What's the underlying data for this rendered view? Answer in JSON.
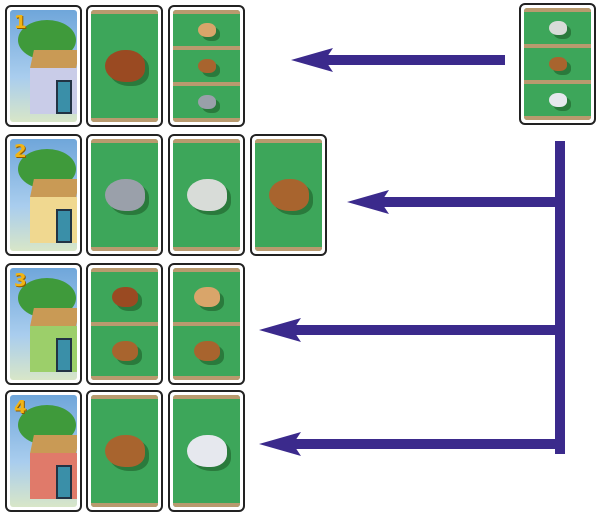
{
  "colors": {
    "arrow": "#3b2a8c",
    "grass": "#3da65a",
    "fence": "#b99a6e"
  },
  "animal_colors": {
    "rooster": "#9a4a22",
    "pony": "#d9a56a",
    "rabbit": "#a8642e",
    "mouse": "#9aa0aa",
    "goat": "#d8dcd8",
    "goose": "#e6e8ee"
  },
  "rows": [
    {
      "house_number": "1",
      "house_color": "#c9cce8",
      "cards": [
        [
          "rooster"
        ],
        [
          "pony",
          "rabbit",
          "mouse"
        ]
      ]
    },
    {
      "house_number": "2",
      "house_color": "#f0d890",
      "cards": [
        [
          "mouse"
        ],
        [
          "goat"
        ],
        [
          "rabbit"
        ]
      ]
    },
    {
      "house_number": "3",
      "house_color": "#9ccf6a",
      "cards": [
        [
          "rooster",
          "rabbit"
        ],
        [
          "pony",
          "rabbit"
        ]
      ]
    },
    {
      "house_number": "4",
      "house_color": "#e07a6a",
      "cards": [
        [
          "rabbit"
        ],
        [
          "goose"
        ]
      ]
    }
  ],
  "drawn_card": [
    "goat",
    "rabbit",
    "goose"
  ]
}
